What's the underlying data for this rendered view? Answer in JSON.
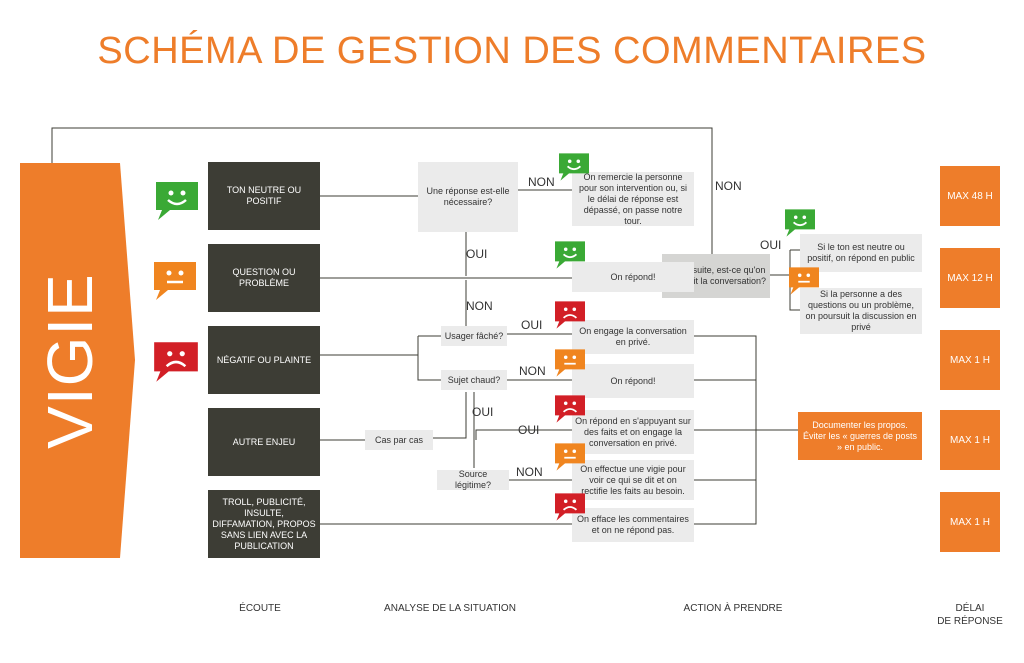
{
  "title": "SCHÉMA DE GESTION DES COMMENTAIRES",
  "vigie": "VIGIE",
  "colors": {
    "orange": "#ee7d2a",
    "dark": "#3d3d35",
    "green": "#3aa935",
    "red": "#d21f26",
    "amber": "#f0851f"
  },
  "listening": [
    {
      "label": "TON NEUTRE OU POSITIF",
      "icon": "green-smile-icon"
    },
    {
      "label": "QUESTION OU PROBLÈME",
      "icon": "orange-neutral-icon"
    },
    {
      "label": "NÉGATIF OU PLAINTE",
      "icon": "red-sad-icon"
    },
    {
      "label": "AUTRE ENJEU"
    },
    {
      "label": "TROLL, PUBLICITÉ, INSULTE, DIFFAMATION, PROPOS SANS LIEN AVEC LA PUBLICATION"
    }
  ],
  "analysis": {
    "reponse_necessaire": "Une réponse est-elle nécessaire?",
    "usager_fache": "Usager fâché?",
    "sujet_chaud": "Sujet chaud?",
    "source_legitime": "Source légitime?",
    "cas_par_cas": "Cas par cas",
    "poursuit": "Par la suite, est-ce qu'on poursuit la conversation?"
  },
  "actions": {
    "remercie": "On remercie la personne pour son intervention ou, si le délai de réponse est dépassé, on passe notre tour.",
    "repond1": "On répond!",
    "engage": "On engage la conversation en privé.",
    "repond2": "On répond!",
    "faits": "On répond en s'appuyant sur des faits et on engage la conversation en privé.",
    "vigie_voir": "On effectue une vigie pour voir ce qui se dit et on rectifie les faits au besoin.",
    "efface": "On efface les commentaires et on ne répond pas.",
    "public": "Si le ton est neutre ou positif, on répond en public",
    "prive": "Si la personne a des questions ou un problème, on poursuit la discussion en privé",
    "documenter": "Documenter les propos. Éviter les « guerres de posts » en public."
  },
  "edge_labels": {
    "non": "NON",
    "oui": "OUI"
  },
  "delays": [
    "MAX 48 H",
    "MAX 12 H",
    "MAX 1 H",
    "MAX 1 H",
    "MAX 1 H"
  ],
  "footer": {
    "ecoute": "ÉCOUTE",
    "analyse": "ANALYSE DE LA SITUATION",
    "action": "ACTION À PRENDRE",
    "delai1": "DÉLAI",
    "delai2": "DE RÉPONSE"
  }
}
